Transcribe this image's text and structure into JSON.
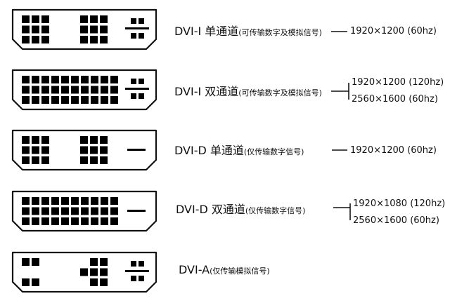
{
  "connectors": [
    {
      "id": "dvi-i-single",
      "label_main": "DVI-I 单通道",
      "label_note": "(可传输数字及模拟信号)",
      "resolutions": [
        "1920×1200 (60hz)"
      ],
      "pins": {
        "left": "3x3",
        "right": "3x3",
        "analog": true
      }
    },
    {
      "id": "dvi-i-dual",
      "label_main": "DVI-I 双通道",
      "label_note": "(可传输数字及模拟信号)",
      "resolutions": [
        "1920×1200 (120hz)",
        "2560×1600 (60hz)"
      ],
      "pins": {
        "left": "full",
        "right": "",
        "analog": true
      }
    },
    {
      "id": "dvi-d-single",
      "label_main": "DVI-D 单通道",
      "label_note": "(仅传输数字信号)",
      "resolutions": [
        "1920×1200 (60hz)"
      ],
      "pins": {
        "left": "3x3",
        "right": "3x3",
        "analog": false
      }
    },
    {
      "id": "dvi-d-dual",
      "label_main": "DVI-D 双通道",
      "label_note": "(仅传输数字信号)",
      "resolutions": [
        "1920×1080 (120hz)",
        "2560×1600 (60hz)"
      ],
      "pins": {
        "left": "full",
        "right": "",
        "analog": false
      }
    },
    {
      "id": "dvi-a",
      "label_main": "DVI-A",
      "label_note": "(仅传输模拟信号)",
      "resolutions": [],
      "pins": {
        "left": "sparse",
        "right": "3x3",
        "analog": true
      }
    }
  ],
  "colors": {
    "stroke": "#111111",
    "pin": "#000000",
    "background": "#ffffff"
  }
}
